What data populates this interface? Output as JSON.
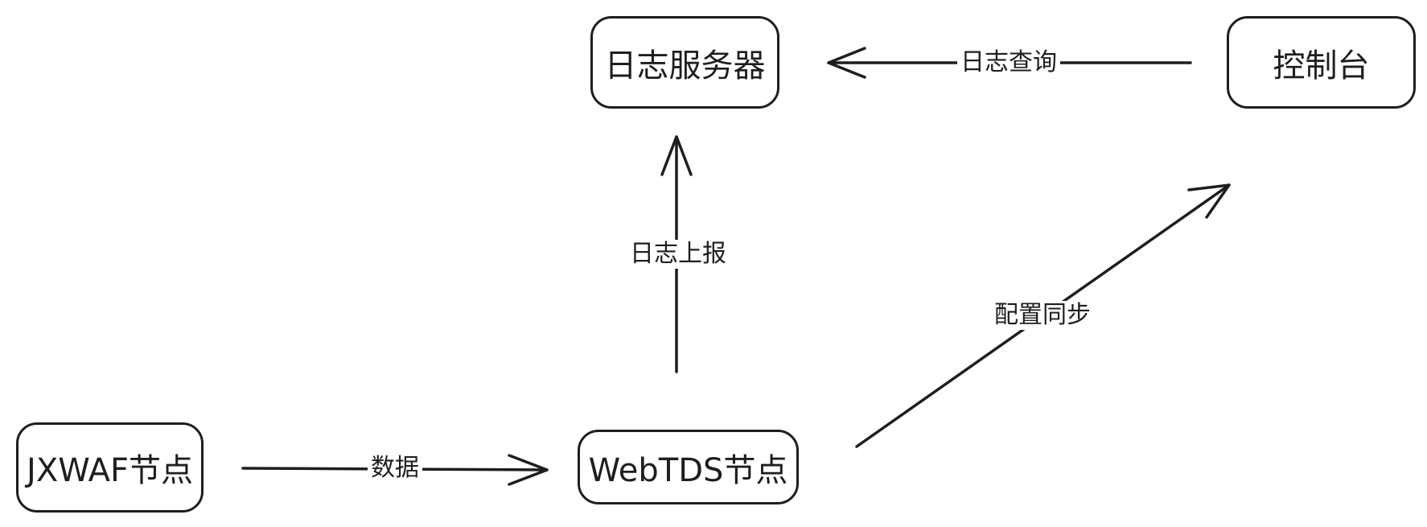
{
  "nodes": {
    "log_server": "日志服务器",
    "console": "控制台",
    "jxwaf": "JXWAF节点",
    "webtds": "WebTDS节点"
  },
  "edges": {
    "log_query": "日志查询",
    "log_report": "日志上报",
    "config_sync": "配置同步",
    "data": "数据"
  },
  "colors": {
    "stroke": "#1e1e1e",
    "background": "#ffffff"
  }
}
